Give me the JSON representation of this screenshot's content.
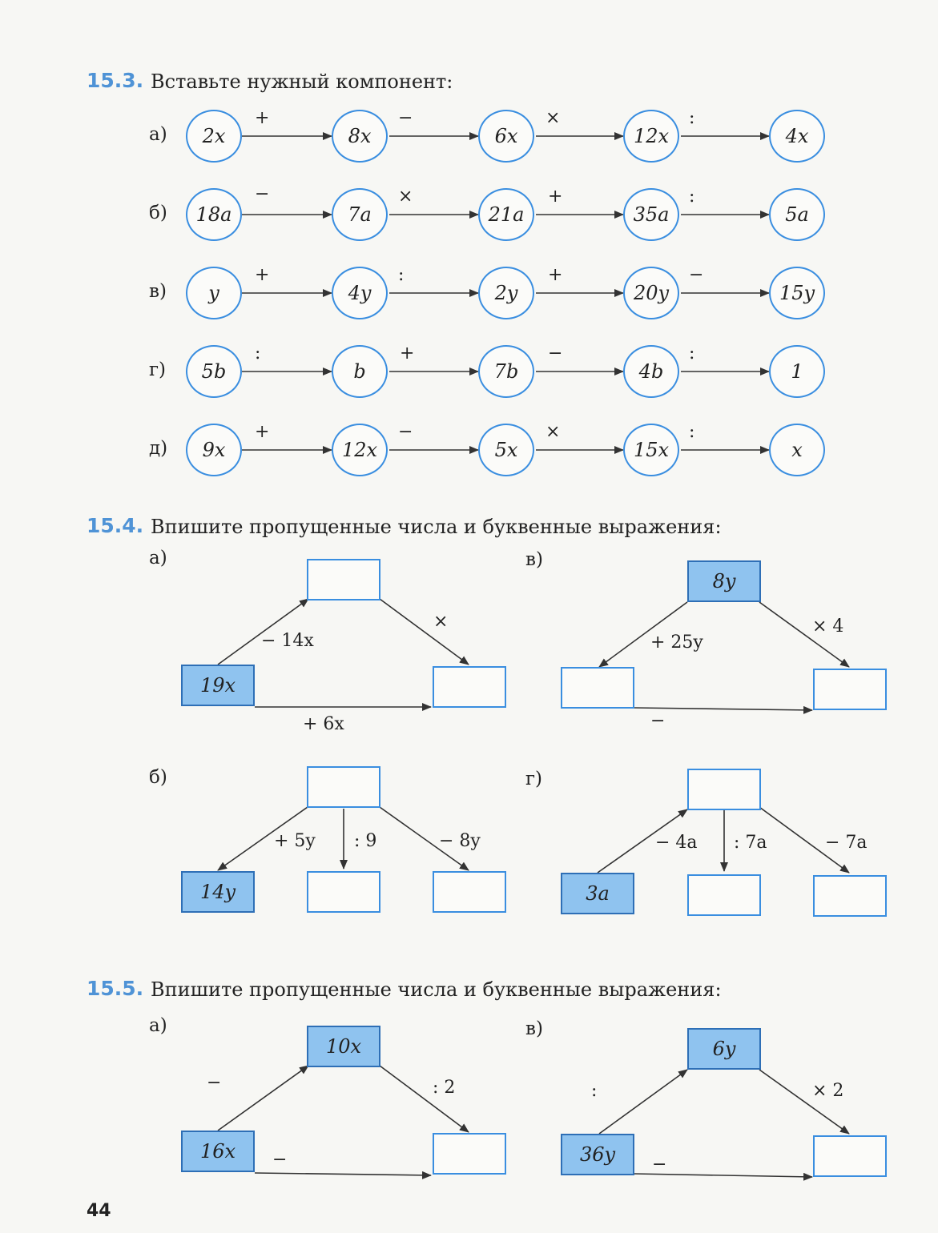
{
  "ex153": {
    "number": "15.3.",
    "title": "Вставьте нужный компонент:",
    "rows": [
      {
        "label": "а)",
        "items": [
          "2x",
          "8x",
          "6x",
          "12x",
          "4x"
        ],
        "ops": [
          "+",
          "−",
          "×",
          ":"
        ]
      },
      {
        "label": "б)",
        "items": [
          "18a",
          "7a",
          "21a",
          "35a",
          "5a"
        ],
        "ops": [
          "−",
          "×",
          "+",
          ":"
        ]
      },
      {
        "label": "в)",
        "items": [
          "y",
          "4y",
          "2y",
          "20y",
          "15y"
        ],
        "ops": [
          "+",
          ":",
          "+",
          "−"
        ]
      },
      {
        "label": "г)",
        "items": [
          "5b",
          "b",
          "7b",
          "4b",
          "1"
        ],
        "ops": [
          ":",
          "+",
          "−",
          ":"
        ]
      },
      {
        "label": "д)",
        "items": [
          "9x",
          "12x",
          "5x",
          "15x",
          "x"
        ],
        "ops": [
          "+",
          "−",
          "×",
          ":"
        ]
      }
    ]
  },
  "ex154": {
    "number": "15.4.",
    "title": "Впишите пропущенные числа и буквенные выражения:",
    "a": {
      "label": "а)",
      "start": "19x",
      "top": "",
      "right": "",
      "op_up": "− 14x",
      "op_down": "×",
      "op_bottom": "+ 6x"
    },
    "v": {
      "label": "в)",
      "top": "8y",
      "left": "",
      "right": "",
      "op_left": "+ 25y",
      "op_right": "× 4",
      "op_bottom": "−"
    },
    "b": {
      "label": "б)",
      "top": "",
      "left": "14y",
      "mid": "",
      "right": "",
      "op_left": "+ 5y",
      "op_mid": ": 9",
      "op_right": "− 8y"
    },
    "g": {
      "label": "г)",
      "top": "",
      "left": "3a",
      "mid": "",
      "right": "",
      "op_left": "− 4a",
      "op_mid": ": 7a",
      "op_right": "− 7a"
    }
  },
  "ex155": {
    "number": "15.5.",
    "title": "Впишите пропущенные числа и буквенные выражения:",
    "a": {
      "label": "а)",
      "start": "16x",
      "top": "10x",
      "right": "",
      "op_up": "−",
      "op_down": ": 2",
      "op_bottom": "−"
    },
    "v": {
      "label": "в)",
      "start": "36y",
      "top": "6y",
      "right": "",
      "op_up": ":",
      "op_down": "× 2",
      "op_bottom": "−"
    }
  },
  "page_number": "44",
  "colors": {
    "accent": "#4f93d6",
    "box_fill": "#8fc3ef",
    "border": "#3a8ee0"
  }
}
